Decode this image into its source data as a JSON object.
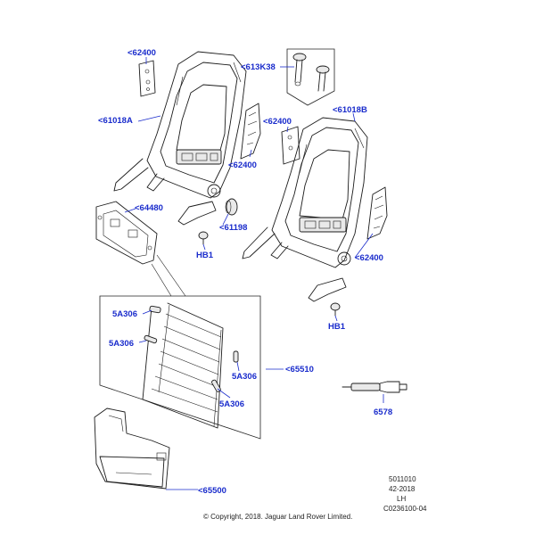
{
  "callouts": {
    "c62400_a": "<62400",
    "c613k38": "<613K38",
    "c61018a": "<61018A",
    "c62400_b": "<62400",
    "c61018b": "<61018B",
    "c62400_c": "<62400",
    "c64480": "<64480",
    "c61198": "<61198",
    "hb1_a": "HB1",
    "c62400_d": "<62400",
    "hb1_b": "HB1",
    "c5a306_a": "5A306",
    "c5a306_b": "5A306",
    "c65510": "<65510",
    "c5a306_c": "5A306",
    "c5a306_d": "5A306",
    "c6578": "6578",
    "c65500": "<65500"
  },
  "meta": {
    "code1": "5011010",
    "code2": "42-2018",
    "side": "LH",
    "drawing": "C0236100-04",
    "copyright": "© Copyright, 2018. Jaguar Land Rover Limited."
  },
  "colors": {
    "callout": "#1a2ccc",
    "line": "#1b1b1b"
  }
}
